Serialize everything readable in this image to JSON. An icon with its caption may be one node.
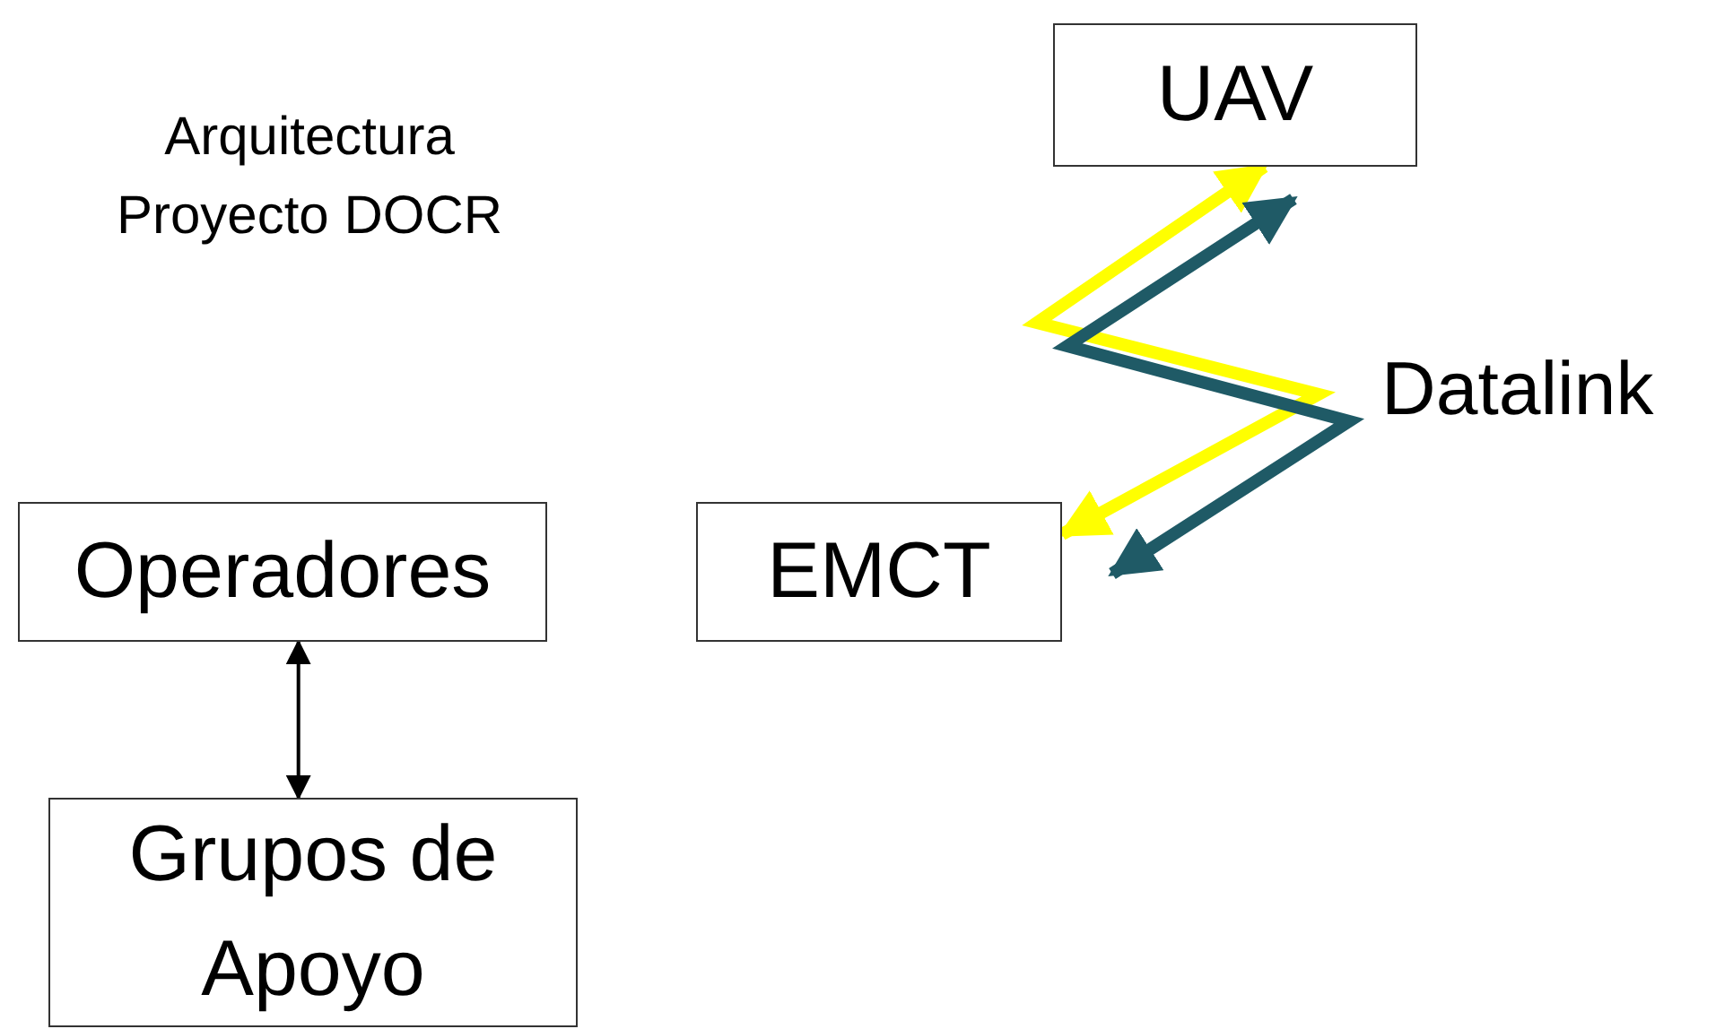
{
  "diagram": {
    "title": "Arquitectura Proyecto DOCR",
    "nodes": [
      {
        "text": [
          "UAV"
        ]
      },
      {
        "text": [
          "Operadores"
        ]
      },
      {
        "text": [
          "EMCT"
        ]
      },
      {
        "text": [
          "Grupos de Apoyo"
        ]
      }
    ],
    "edges": [
      {
        "from": 1,
        "to": 3,
        "arrow": "both"
      },
      {
        "from": 2,
        "to": 0,
        "arrow": "both",
        "color": "#ffff00"
      },
      {
        "from": 2,
        "to": 0,
        "arrow": "both",
        "color": "#1f5a66"
      }
    ],
    "labels": [
      "Datalink"
    ]
  }
}
